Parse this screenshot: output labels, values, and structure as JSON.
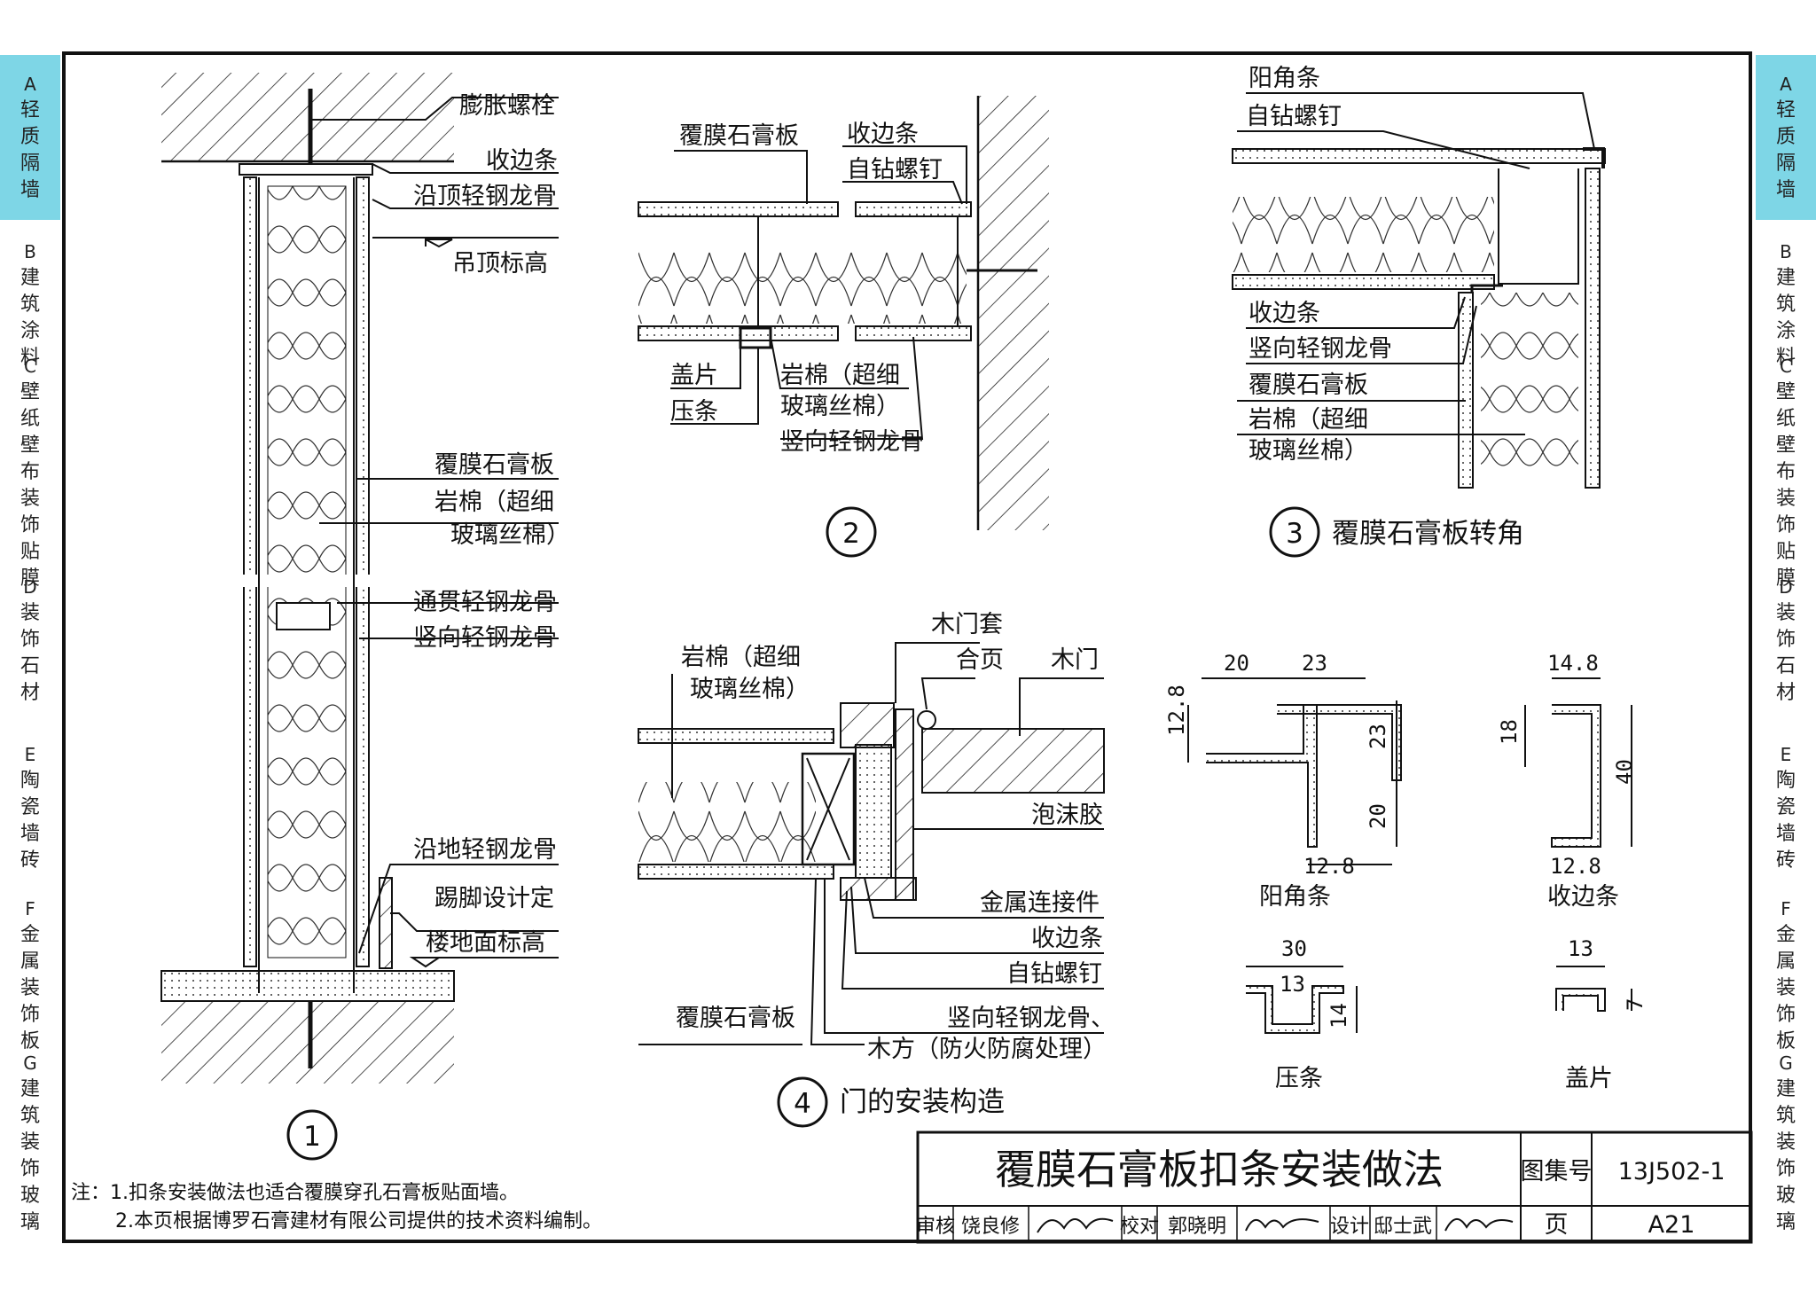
{
  "tabs_left": [
    {
      "letter": "A",
      "text": "轻质隔墙",
      "active": true
    },
    {
      "letter": "B",
      "text": "建筑涂料",
      "active": false
    },
    {
      "letter": "C",
      "text": "壁纸壁布装饰贴膜",
      "active": false
    },
    {
      "letter": "D",
      "text": "装饰石材",
      "active": false
    },
    {
      "letter": "E",
      "text": "陶瓷墙砖",
      "active": false
    },
    {
      "letter": "F",
      "text": "金属装饰板",
      "active": false
    },
    {
      "letter": "G",
      "text": "建筑装饰玻璃",
      "active": false
    }
  ],
  "tabs_right": [
    {
      "letter": "A",
      "text": "轻质隔墙",
      "active": true
    },
    {
      "letter": "B",
      "text": "建筑涂料",
      "active": false
    },
    {
      "letter": "C",
      "text": "壁纸壁布装饰贴膜",
      "active": false
    },
    {
      "letter": "D",
      "text": "装饰石材",
      "active": false
    },
    {
      "letter": "E",
      "text": "陶瓷墙砖",
      "active": false
    },
    {
      "letter": "F",
      "text": "金属装饰板",
      "active": false
    },
    {
      "letter": "G",
      "text": "建筑装饰玻璃",
      "active": false
    }
  ],
  "d1": {
    "num": "1",
    "labels": [
      "膨胀螺栓",
      "收边条",
      "沿顶轻钢龙骨",
      "吊顶标高",
      "覆膜石膏板",
      "岩棉（超细",
      "玻璃丝棉）",
      "通贯轻钢龙骨",
      "竖向轻钢龙骨",
      "沿地轻钢龙骨",
      "踢脚设计定",
      "楼地面标高"
    ]
  },
  "d2": {
    "num": "2",
    "labels": [
      "覆膜石膏板",
      "收边条",
      "自钻螺钉",
      "盖片",
      "压条",
      "岩棉（超细",
      "玻璃丝棉）",
      "竖向轻钢龙骨"
    ]
  },
  "d3": {
    "num": "3",
    "caption": "覆膜石膏板转角",
    "labels": [
      "阳角条",
      "自钻螺钉",
      "收边条",
      "竖向轻钢龙骨",
      "覆膜石膏板",
      "岩棉（超细",
      "玻璃丝棉）"
    ]
  },
  "d4": {
    "num": "4",
    "caption": "门的安装构造",
    "labels": [
      "岩棉（超细",
      "玻璃丝棉）",
      "木门套",
      "合页",
      "木门",
      "泡沫胶",
      "金属连接件",
      "收边条",
      "自钻螺钉",
      "覆膜石膏板",
      "竖向轻钢龙骨、",
      "木方（防火防腐处理）"
    ]
  },
  "profiles": {
    "yangjiao": {
      "name": "阳角条",
      "dims": [
        "20",
        "23",
        "12.8",
        "23",
        "20",
        "12.8"
      ]
    },
    "shoubian": {
      "name": "收边条",
      "dims": [
        "14.8",
        "18",
        "40",
        "12.8"
      ]
    },
    "yatiao": {
      "name": "压条",
      "dims": [
        "30",
        "13",
        "14"
      ]
    },
    "gaipian": {
      "name": "盖片",
      "dims": [
        "13",
        "7"
      ]
    }
  },
  "notes": {
    "prefix": "注：",
    "line1": "1.扣条安装做法也适合覆膜穿孔石膏板贴面墙。",
    "line2": "2.本页根据博罗石膏建材有限公司提供的技术资料编制。"
  },
  "titleblock": {
    "title": "覆膜石膏板扣条安装做法",
    "atlas_label": "图集号",
    "atlas_no": "13J502-1",
    "page_label": "页",
    "page_no": "A21",
    "review_label": "审核",
    "review_name": "饶良修",
    "check_label": "校对",
    "check_name": "郭晓明",
    "design_label": "设计",
    "design_name": "邸士武"
  }
}
